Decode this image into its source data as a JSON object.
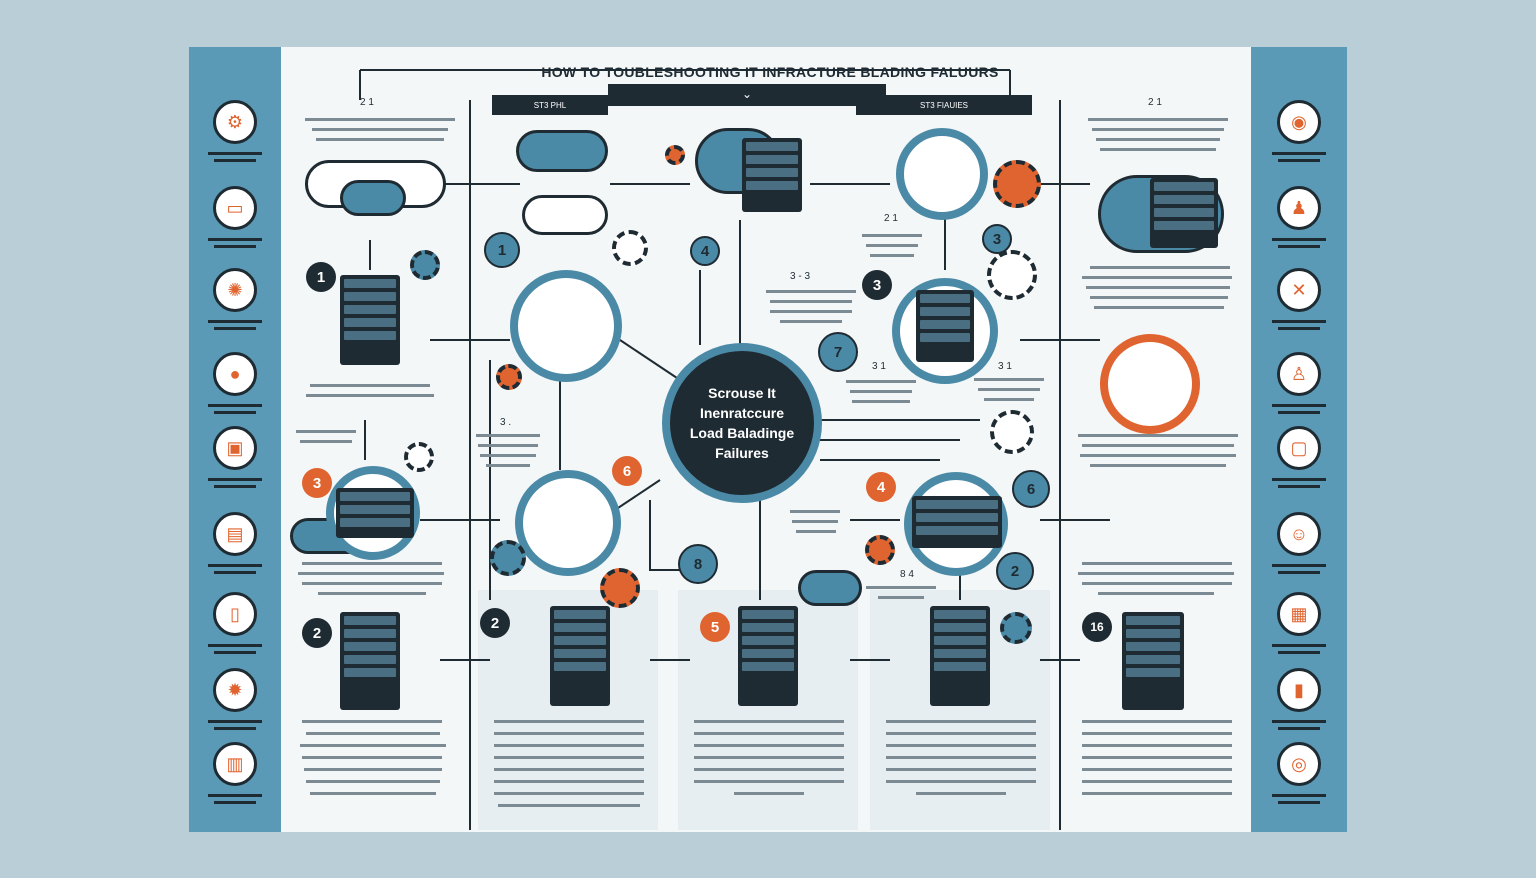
{
  "title": "HOW TO TOUBLESHOOTING IT INFRACTURE BLADING FALUURS",
  "ribbons": {
    "left": "ST3 PHL",
    "right": "ST3 FIAUIES",
    "middle": "⌄"
  },
  "center": {
    "line1": "Scrouse It",
    "line2": "Inenratccure",
    "line3": "Load Baladinge",
    "line4": "Failures"
  },
  "badges": {
    "b1a": "1",
    "b1b": "1",
    "b2a": "2",
    "b2b": "2",
    "b2c": "2",
    "b3a": "3",
    "b3b": "3",
    "b4a": "4",
    "b4b": "4",
    "b5": "5",
    "b6": "6",
    "b7": "7",
    "b8": "8",
    "b16": "16",
    "b3c": "3",
    "b6b": "6"
  },
  "labels": {
    "tl_num": "2 1",
    "tr_num": "2 1",
    "mid_num": "3 - 3",
    "mid2_num": "3 1",
    "mid3_num": "3 1",
    "mid4_num": "2 1",
    "low_num": "8 4",
    "low2_num": "3 ."
  },
  "colors": {
    "navy": "#1f2b33",
    "blue": "#4b8aa6",
    "orange": "#e0642f",
    "panel": "#5b9ab6"
  },
  "icons": {
    "left": [
      "gear-icon",
      "laptop-icon",
      "network-icon",
      "alert-icon",
      "monitor-icon",
      "server-icon",
      "phone-icon",
      "settings-icon",
      "chart-icon"
    ],
    "right": [
      "target-icon",
      "person-icon",
      "close-icon",
      "user-icon",
      "device-icon",
      "team-icon",
      "cart-icon",
      "tablet-icon",
      "headset-icon"
    ]
  }
}
